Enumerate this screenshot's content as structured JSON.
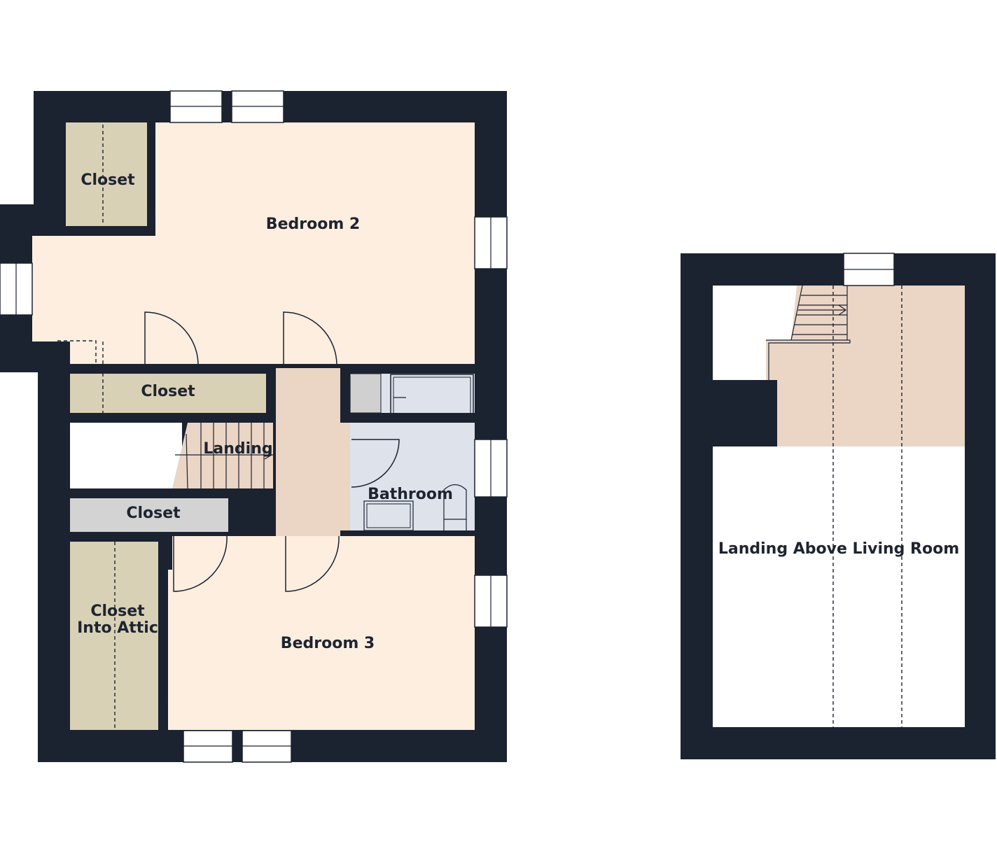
{
  "rooms": {
    "closet_top": "Closet",
    "bedroom2": "Bedroom 2",
    "closet_mid": "Closet",
    "landing": "Landing",
    "bathroom": "Bathroom",
    "closet_grey": "Closet",
    "closet_attic_line1": "Closet",
    "closet_attic_line2": "Into Attic",
    "bedroom3": "Bedroom 3",
    "landing_above": "Landing Above Living Room"
  },
  "colors": {
    "wall": "#1b2230",
    "bedroom": "#fdeee0",
    "closet": "#d9d1b6",
    "landing": "#ebd5c5",
    "bathroom": "#dde2eb",
    "grey_closet": "#d3d3d3"
  }
}
